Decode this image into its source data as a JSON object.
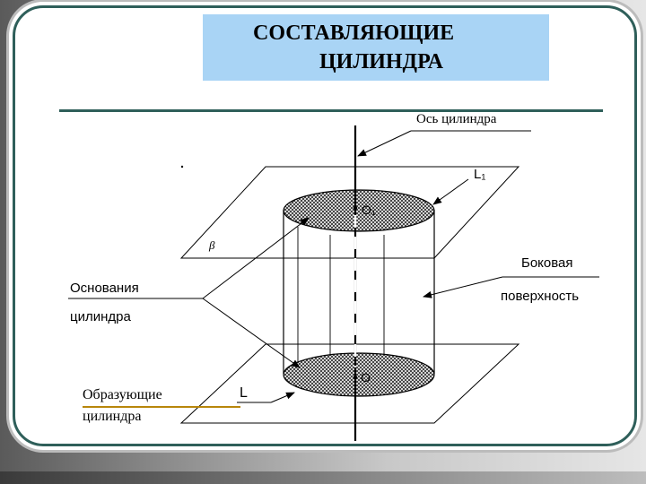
{
  "title": {
    "line1": "СОСТАВЛЯЮЩИЕ",
    "line2": "ЦИЛИНДРА"
  },
  "labels": {
    "axis": "Ось цилиндра",
    "l1": "L₁",
    "o1": "O₁",
    "beta": "β",
    "lateral_line1": "Боковая",
    "lateral_line2": "поверхность",
    "bases_line1": "Основания",
    "bases_line2": "цилиндра",
    "generators_line1": "Образующие",
    "generators_line2": "цилиндра",
    "l": "L",
    "o": "O"
  },
  "colors": {
    "title_bg": "#a9d4f5",
    "frame": "#2f5f5a",
    "generator_line": "#b8860b"
  }
}
